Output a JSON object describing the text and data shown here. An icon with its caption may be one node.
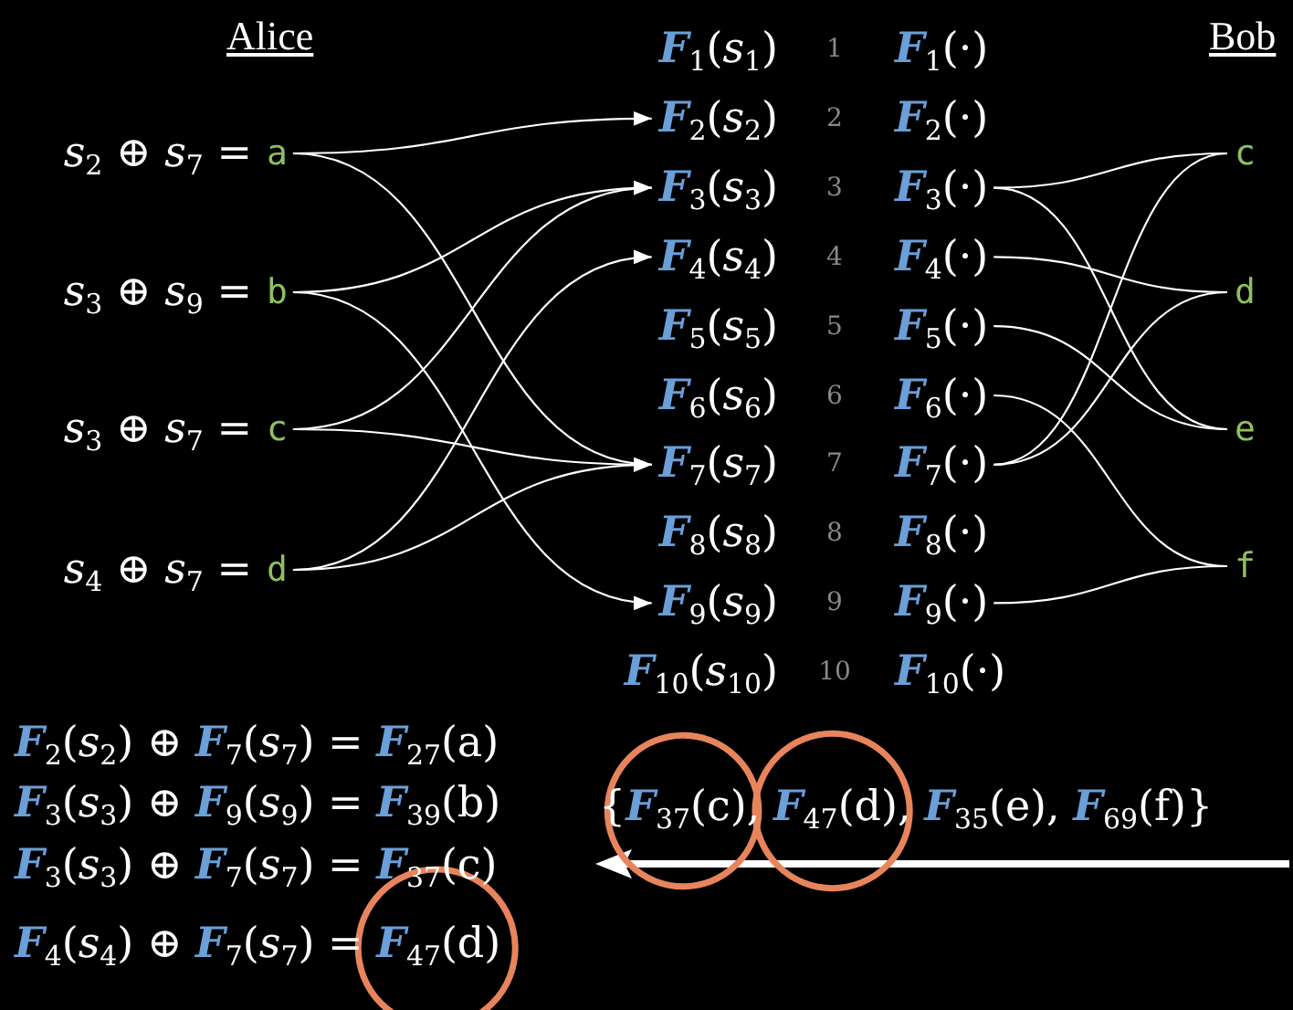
{
  "diagram": {
    "nodes": [
      {
        "text": [
          "a"
        ],
        "beside": [
          "*s*$_{2}$ ⊕ *s*$_{7}$ ="
        ]
      },
      {
        "text": [
          "b"
        ],
        "beside": [
          "*s*$_{3}$ ⊕ *s*$_{9}$ ="
        ]
      },
      {
        "text": [
          "c"
        ],
        "beside": [
          "*s*$_{3}$ ⊕ *s*$_{7}$ ="
        ]
      },
      {
        "text": [
          "d"
        ],
        "beside": [
          "*s*$_{4}$ ⊕ *s*$_{7}$ ="
        ]
      },
      {
        "text": [
          "**F**$_{1}$(*s*$_{1}$)"
        ]
      },
      {
        "text": [
          "**F**$_{2}$(*s*$_{2}$)"
        ]
      },
      {
        "text": [
          "**F**$_{3}$(*s*$_{3}$)"
        ]
      },
      {
        "text": [
          "**F**$_{4}$(*s*$_{4}$)"
        ]
      },
      {
        "text": [
          "**F**$_{5}$(*s*$_{5}$)"
        ]
      },
      {
        "text": [
          "**F**$_{6}$(*s*$_{6}$)"
        ]
      },
      {
        "text": [
          "**F**$_{7}$(*s*$_{7}$)"
        ]
      },
      {
        "text": [
          "**F**$_{8}$(*s*$_{8}$)"
        ]
      },
      {
        "text": [
          "**F**$_{9}$(*s*$_{9}$)"
        ]
      },
      {
        "text": [
          "**F**$_{10}$(*s*$_{10}$)"
        ]
      },
      {
        "text": [
          "**F**$_{1}$(·)"
        ]
      },
      {
        "text": [
          "**F**$_{2}$(·)"
        ]
      },
      {
        "text": [
          "**F**$_{3}$(·)"
        ]
      },
      {
        "text": [
          "**F**$_{4}$(·)"
        ]
      },
      {
        "text": [
          "**F**$_{5}$(·)"
        ]
      },
      {
        "text": [
          "**F**$_{6}$(·)"
        ]
      },
      {
        "text": [
          "**F**$_{7}$(·)"
        ]
      },
      {
        "text": [
          "**F**$_{8}$(·)"
        ]
      },
      {
        "text": [
          "**F**$_{9}$(·)"
        ]
      },
      {
        "text": [
          "**F**$_{10}$(·)"
        ]
      },
      {
        "text": [
          "c"
        ]
      },
      {
        "text": [
          "d"
        ]
      },
      {
        "text": [
          "e"
        ]
      },
      {
        "text": [
          "f"
        ]
      }
    ],
    "edges": [
      {
        "from": 0,
        "to": 5,
        "arrow": "to"
      },
      {
        "from": 0,
        "to": 10,
        "arrow": "to"
      },
      {
        "from": 1,
        "to": 6,
        "arrow": "to"
      },
      {
        "from": 1,
        "to": 12,
        "arrow": "to"
      },
      {
        "from": 2,
        "to": 6,
        "arrow": "to"
      },
      {
        "from": 2,
        "to": 10,
        "arrow": "to"
      },
      {
        "from": 3,
        "to": 7,
        "arrow": "to"
      },
      {
        "from": 3,
        "to": 10,
        "arrow": "to"
      },
      {
        "from": 16,
        "to": 24,
        "arrow": "none"
      },
      {
        "from": 16,
        "to": 26,
        "arrow": "none"
      },
      {
        "from": 17,
        "to": 25,
        "arrow": "none"
      },
      {
        "from": 18,
        "to": 26,
        "arrow": "none"
      },
      {
        "from": 19,
        "to": 27,
        "arrow": "none"
      },
      {
        "from": 20,
        "to": 24,
        "arrow": "none"
      },
      {
        "from": 20,
        "to": 25,
        "arrow": "none"
      },
      {
        "from": 22,
        "to": 27,
        "arrow": "none"
      }
    ],
    "labels": [
      "Alice",
      "Bob",
      "1",
      "2",
      "3",
      "4",
      "5",
      "6",
      "7",
      "8",
      "9",
      "10",
      "**F**$_{2}$(*s*$_{2}$) ⊕ **F**$_{7}$(*s*$_{7}$) = **F**$_{27}$(a)",
      "**F**$_{3}$(*s*$_{3}$) ⊕ **F**$_{9}$(*s*$_{9}$) = **F**$_{39}$(b)",
      "**F**$_{3}$(*s*$_{3}$) ⊕ **F**$_{7}$(*s*$_{7}$) = **F**$_{37}$(c)",
      "**F**$_{4}$(*s*$_{4}$) ⊕ **F**$_{7}$(*s*$_{7}$) = **F**$_{47}$(d)",
      "{**F**$_{37}$(c), **F**$_{47}$(d), **F**$_{35}$(e), **F**$_{69}$(f)}"
    ]
  }
}
